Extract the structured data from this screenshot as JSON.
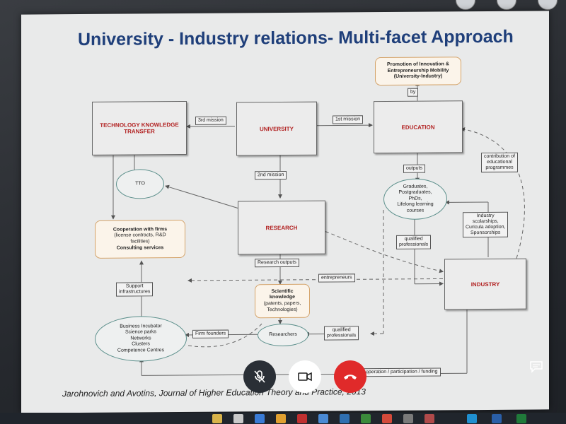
{
  "slide": {
    "title": "University - Industry relations- Multi-facet Approach",
    "citation": "Jarohnovich and Avotins, Journal of Higher Education Theory and Practice, 2013",
    "boxes": {
      "promotion": [
        "Promotion of Innovation &",
        "Entrepreneurship Mobility",
        "(University-Industry)"
      ],
      "tkt": [
        "TECHNOLOGY KNOWLEDGE",
        "TRANSFER"
      ],
      "university": "UNIVERSITY",
      "education": "EDUCATION",
      "research": "RESEARCH",
      "industry": "INDUSTRY",
      "tto": "TTO",
      "cooperation": [
        "Cooperation with firms",
        "(license contracts, R&D",
        "facilities)",
        "Consulting services"
      ],
      "graduates": [
        "Graduates,",
        "Postgraduates,",
        "PhDs,",
        "Lifelong learning",
        "courses"
      ],
      "scientific": [
        "Scientific",
        "knowledge",
        "(patents, papers,",
        "Technologies)"
      ],
      "incubator": [
        "Business Incubator",
        "Science parks",
        "Networks",
        "Clusters",
        "Competence Centres"
      ],
      "researchers": "Researchers"
    },
    "labels": {
      "by": "by",
      "third_mission": "3rd mission",
      "first_mission": "1st mission",
      "second_mission": "2nd mission",
      "outputs": "outputs",
      "contribution": [
        "contribution of",
        "educational",
        "programmes"
      ],
      "industry_support": [
        "Industry",
        "scolarships,",
        "Curicula adoption,",
        "Sponsorships"
      ],
      "qualified_professionals_1": [
        "qualified",
        "professionals"
      ],
      "research_outputs": "Research outputs",
      "entrepreneurs": "entrepreneurs",
      "support_infra": [
        "Support",
        "infrastructures"
      ],
      "firm_founders": "Firm founders",
      "qualified_professionals_2": [
        "qualified",
        "professionals"
      ],
      "cooperation_funding": "Cooperation / participation / funding"
    }
  },
  "call_controls": {
    "mute_icon": "microphone-muted-icon",
    "video_icon": "video-camera-icon",
    "hangup_icon": "phone-hangup-icon",
    "chat_icon": "chat-icon"
  },
  "colors": {
    "title": "#1f3f7a",
    "box_text": "#b22222",
    "hangup": "#e02a2a"
  }
}
